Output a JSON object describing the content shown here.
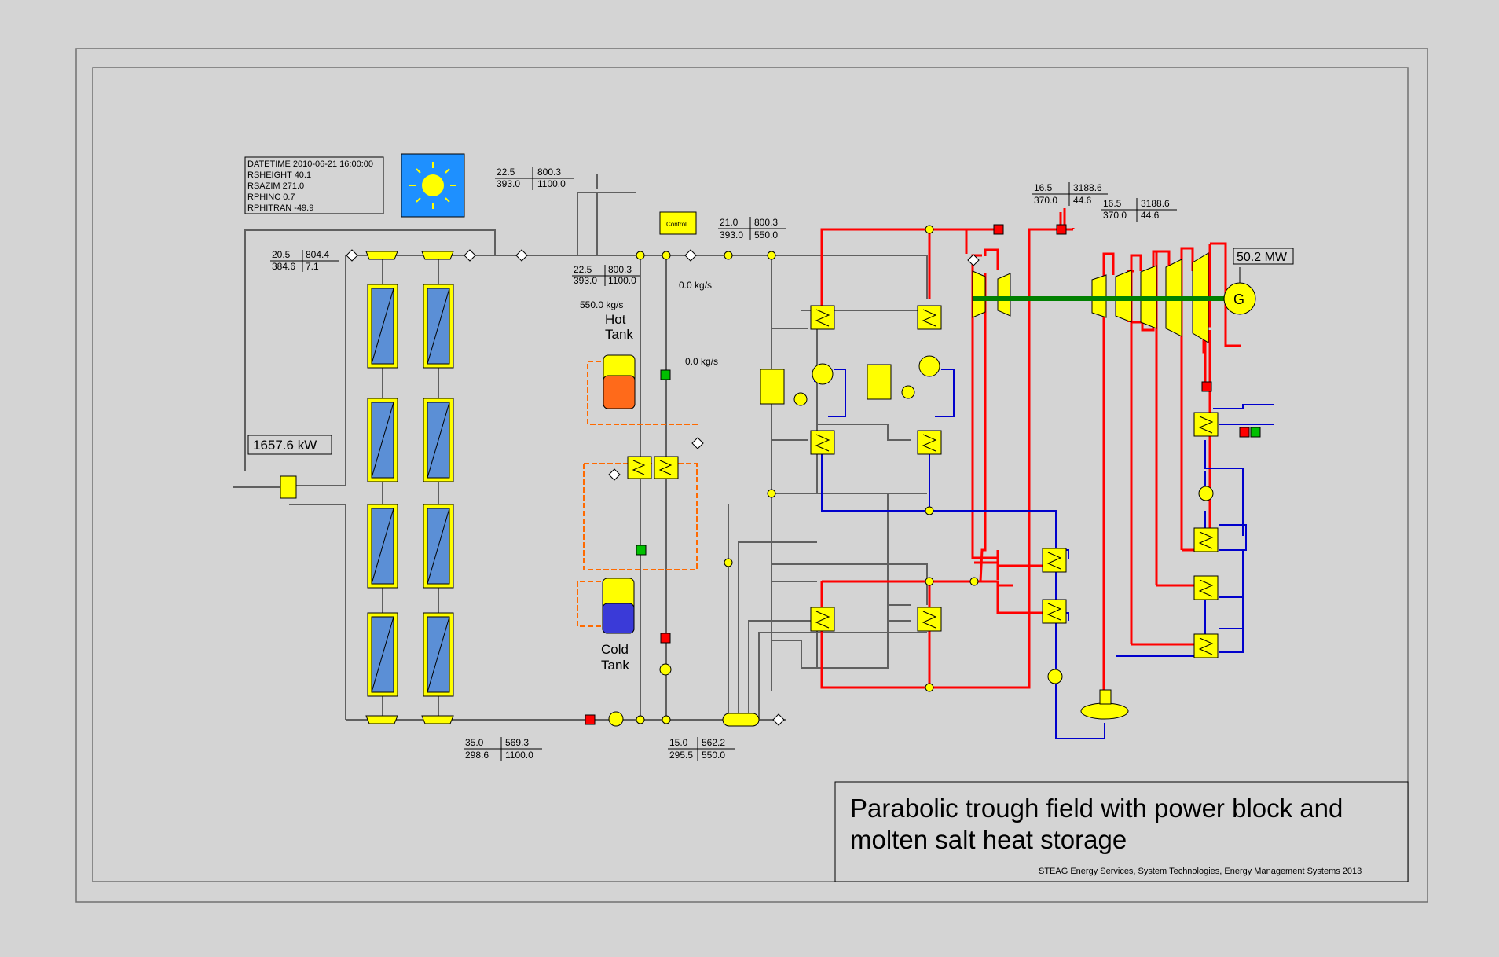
{
  "title_block": {
    "title_line1": "Parabolic trough field with power block and",
    "title_line2": "molten salt heat storage",
    "credit": "STEAG Energy Services, System Technologies, Energy Management Systems 2013"
  },
  "info_box": {
    "lines": [
      "DATETIME 2010-06-21 16:00:00",
      "RSHEIGHT 40.1",
      "RSAZIM    271.0",
      "RPHINC   0.7",
      "RPHITRAN -49.9"
    ]
  },
  "readouts": {
    "field_power": "1657.6 kW",
    "generator_power": "50.2 MW",
    "flow_hot_tank": "550.0 kg/s",
    "flow_bypass_top": "0.0 kg/s",
    "flow_bypass_mid": "0.0 kg/s"
  },
  "labels": {
    "hot_tank_1": "Hot",
    "hot_tank_2": "Tank",
    "cold_tank_1": "Cold",
    "cold_tank_2": "Tank",
    "control": "Control",
    "generator": "G"
  },
  "stream_tables": [
    {
      "a": "22.5",
      "b": "800.3",
      "c": "393.0",
      "d": "1100.0"
    },
    {
      "a": "20.5",
      "b": "804.4",
      "c": "384.6",
      "d": "7.1"
    },
    {
      "a": "22.5",
      "b": "800.3",
      "c": "393.0",
      "d": "1100.0"
    },
    {
      "a": "21.0",
      "b": "800.3",
      "c": "393.0",
      "d": "550.0"
    },
    {
      "a": "16.5",
      "b": "3188.6",
      "c": "370.0",
      "d": "44.6"
    },
    {
      "a": "16.5",
      "b": "3188.6",
      "c": "370.0",
      "d": "44.6"
    },
    {
      "a": "35.0",
      "b": "569.3",
      "c": "298.6",
      "d": "1100.0"
    },
    {
      "a": "15.0",
      "b": "562.2",
      "c": "295.5",
      "d": "550.0"
    }
  ],
  "colors": {
    "background": "#d4d4d4",
    "steam_line": "#ff0000",
    "water_line": "#0000cc",
    "oil_line": "#606060",
    "salt_line": "#ff6a00",
    "shaft": "#008000",
    "component": "#ffff00",
    "collector_panel": "#5b8fd6",
    "sun_sky": "#1e90ff"
  }
}
